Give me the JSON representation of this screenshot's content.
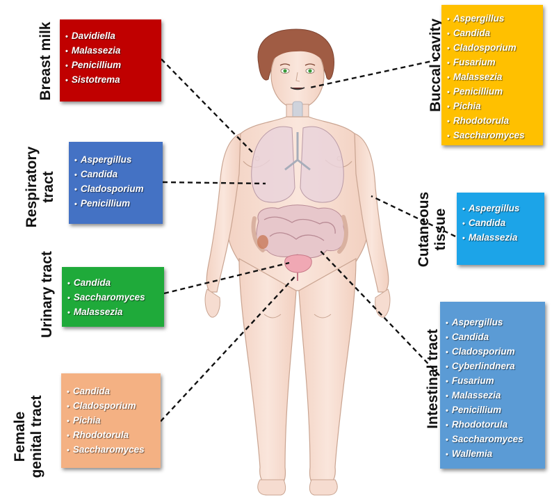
{
  "regions": [
    {
      "name": "Breast milk",
      "color": "#c00000",
      "genera": [
        "Davidiella",
        "Malassezia",
        "Penicillium",
        "Sistotrema"
      ]
    },
    {
      "name": "Respiratory tract",
      "color": "#4472c4",
      "genera": [
        "Aspergillus",
        "Candida",
        "Cladosporium",
        "Penicillium"
      ]
    },
    {
      "name": "Urinary tract",
      "color": "#1faa3a",
      "genera": [
        "Candida",
        "Saccharomyces",
        "Malassezia"
      ]
    },
    {
      "name": "Female genital tract",
      "color": "#f4b183",
      "genera": [
        "Candida",
        "Cladosporium",
        "Pichia",
        "Rhodotorula",
        "Saccharomyces"
      ]
    },
    {
      "name": "Buccal cavity",
      "color": "#ffc000",
      "genera": [
        "Aspergillus",
        "Candida",
        "Cladosporium",
        "Fusarium",
        "Malassezia",
        "Penicillium",
        "Pichia",
        "Rhodotorula",
        "Saccharomyces"
      ]
    },
    {
      "name": "Cutaneous tissue",
      "color": "#1ca4e8",
      "genera": [
        "Aspergillus",
        "Candida",
        "Malassezia"
      ]
    },
    {
      "name": "Intestinal tract",
      "color": "#5b9bd5",
      "genera": [
        "Aspergillus",
        "Candida",
        "Cladosporium",
        "Cyberlindnera",
        "Fusarium",
        "Malassezia",
        "Penicillium",
        "Rhodotorula",
        "Saccharomyces",
        "Wallemia"
      ]
    }
  ]
}
